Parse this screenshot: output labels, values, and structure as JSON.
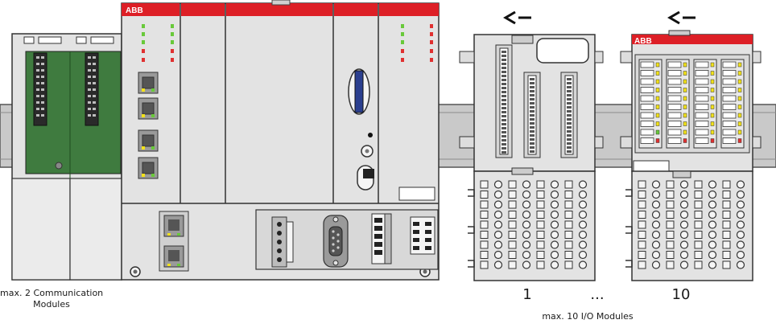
{
  "brand": "ABB",
  "labels": {
    "comm_line1": "max. 2 Communication",
    "comm_line2": "Modules",
    "io_first": "1",
    "io_ellipsis": "...",
    "io_last": "10",
    "io_modules": "max. 10 I/O Modules"
  },
  "icons": {
    "slide_direction": "arrow-left-icon"
  },
  "colors": {
    "abb_red": "#dd1f26",
    "housing": "#e3e3e3",
    "din_rail": "#c9c9c9",
    "comm_board": "#3f7b3f",
    "led_green": "#69c93a",
    "led_red": "#e03030",
    "led_yellow": "#f2e21a",
    "sd_card": "#2b3f8f"
  }
}
